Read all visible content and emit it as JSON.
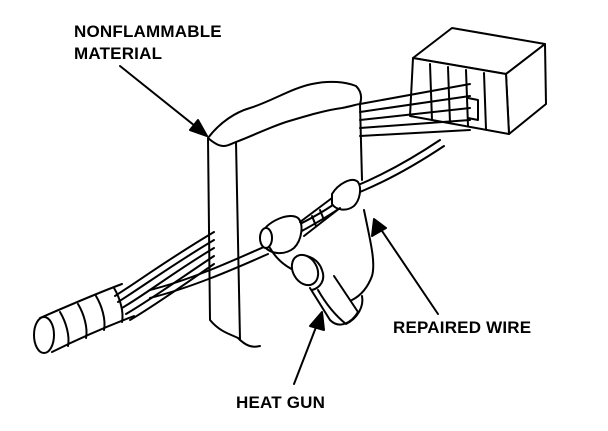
{
  "labels": {
    "material_line1": "NONFLAMMABLE",
    "material_line2": "MATERIAL",
    "repaired_wire": "REPAIRED WIRE",
    "heat_gun": "HEAT GUN"
  },
  "colors": {
    "ink": "#000000",
    "paper": "#ffffff"
  }
}
